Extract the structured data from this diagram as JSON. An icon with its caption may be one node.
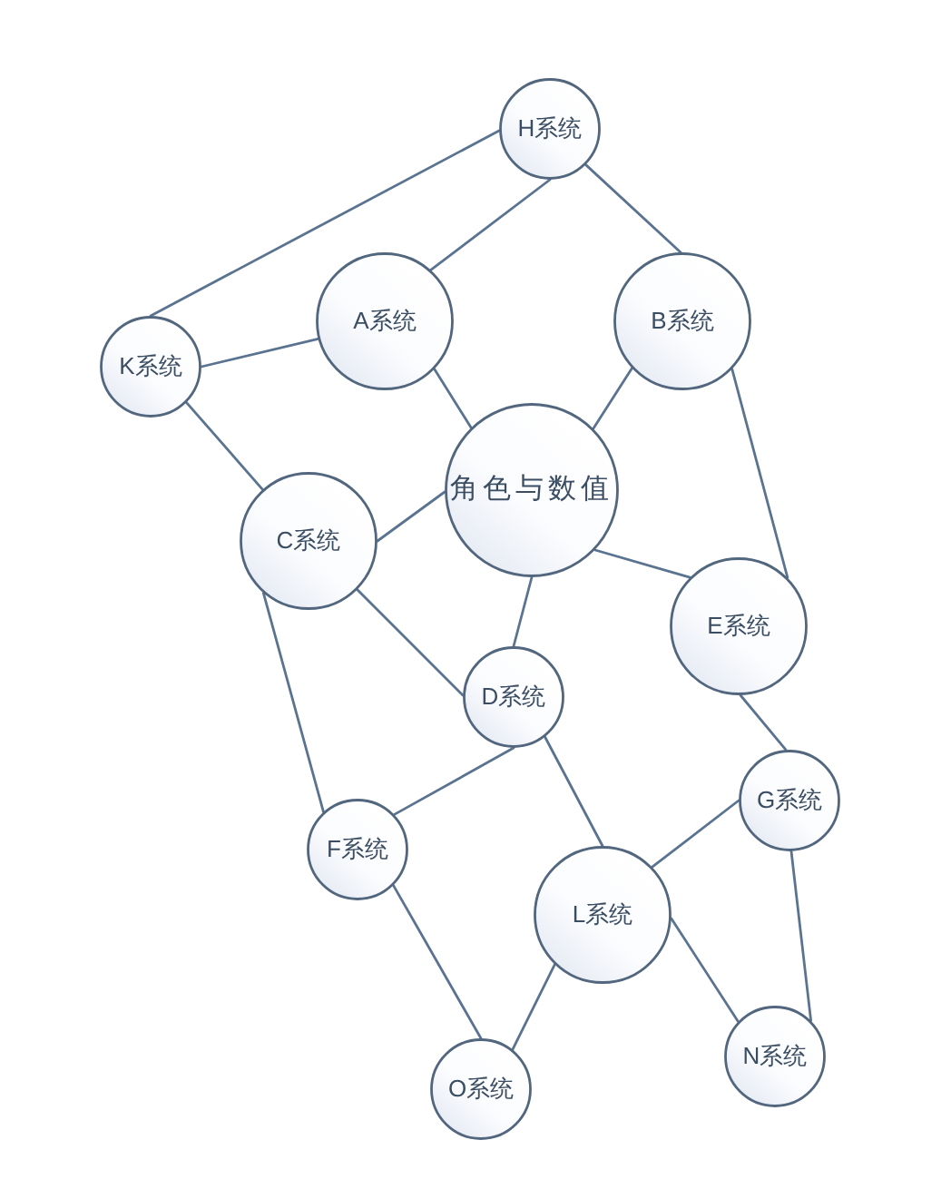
{
  "diagram": {
    "nodes": [
      {
        "text": [
          "H系统"
        ]
      },
      {
        "text": [
          "A系统"
        ]
      },
      {
        "text": [
          "B系统"
        ]
      },
      {
        "text": [
          "K系统"
        ]
      },
      {
        "text": [
          "角色与数值"
        ]
      },
      {
        "text": [
          "C系统"
        ]
      },
      {
        "text": [
          "E系统"
        ]
      },
      {
        "text": [
          "D系统"
        ]
      },
      {
        "text": [
          "G系统"
        ]
      },
      {
        "text": [
          "F系统"
        ]
      },
      {
        "text": [
          "L系统"
        ]
      },
      {
        "text": [
          "N系统"
        ]
      },
      {
        "text": [
          "O系统"
        ]
      }
    ],
    "edges": [
      {
        "from": 0,
        "to": 3,
        "arrow": "none"
      },
      {
        "from": 0,
        "to": 1,
        "arrow": "none"
      },
      {
        "from": 0,
        "to": 2,
        "arrow": "none"
      },
      {
        "from": 3,
        "to": 1,
        "arrow": "none"
      },
      {
        "from": 3,
        "to": 5,
        "arrow": "none"
      },
      {
        "from": 1,
        "to": 4,
        "arrow": "none"
      },
      {
        "from": 2,
        "to": 4,
        "arrow": "none"
      },
      {
        "from": 2,
        "to": 6,
        "arrow": "none"
      },
      {
        "from": 5,
        "to": 4,
        "arrow": "none"
      },
      {
        "from": 4,
        "to": 6,
        "arrow": "none"
      },
      {
        "from": 4,
        "to": 7,
        "arrow": "none"
      },
      {
        "from": 5,
        "to": 7,
        "arrow": "none"
      },
      {
        "from": 5,
        "to": 9,
        "arrow": "none"
      },
      {
        "from": 7,
        "to": 9,
        "arrow": "none"
      },
      {
        "from": 7,
        "to": 10,
        "arrow": "none"
      },
      {
        "from": 6,
        "to": 8,
        "arrow": "none"
      },
      {
        "from": 8,
        "to": 10,
        "arrow": "none"
      },
      {
        "from": 8,
        "to": 11,
        "arrow": "none"
      },
      {
        "from": 10,
        "to": 11,
        "arrow": "none"
      },
      {
        "from": 10,
        "to": 12,
        "arrow": "none"
      },
      {
        "from": 9,
        "to": 12,
        "arrow": "none"
      }
    ]
  }
}
